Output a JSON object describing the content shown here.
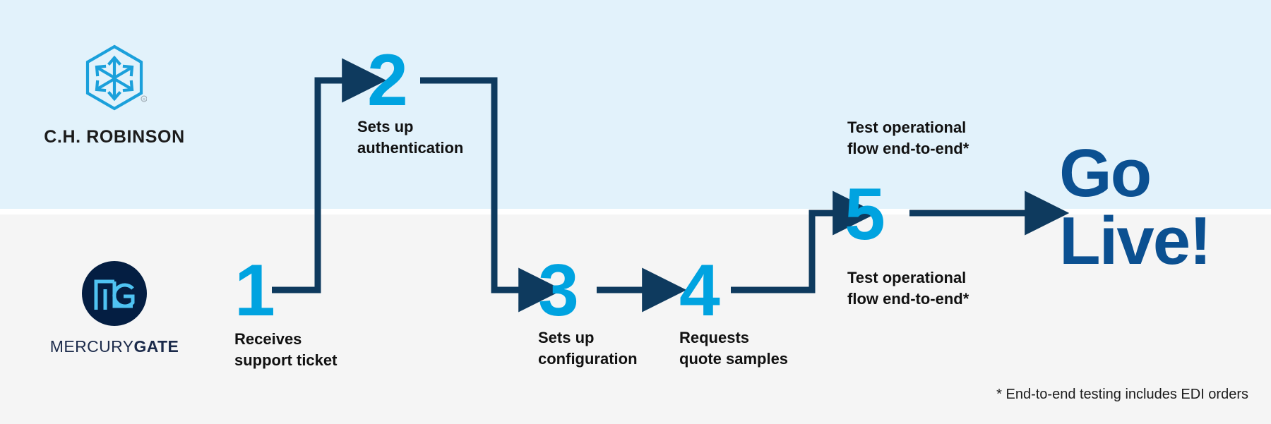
{
  "theme": {
    "band_top_color": "#e2f2fb",
    "band_bottom_color": "#f5f5f5",
    "accent_cyan": "#00A3E0",
    "navy": "#0E3A5E",
    "deep_navy": "#041E42",
    "go_live_blue": "#0B5091",
    "text_color": "#111111"
  },
  "partners": {
    "top": {
      "name": "C.H. ROBINSON",
      "logo_icon": "hexagon-arrows-icon"
    },
    "bottom": {
      "name_light": "MERCURY",
      "name_bold": "GATE",
      "monogram": "MG",
      "logo_icon": "mg-monogram-icon"
    }
  },
  "steps": [
    {
      "number": "1",
      "caption": "Receives\nsupport ticket",
      "lane": "bottom"
    },
    {
      "number": "2",
      "caption": "Sets up\nauthentication",
      "lane": "top"
    },
    {
      "number": "3",
      "caption": "Sets up\nconfiguration",
      "lane": "bottom"
    },
    {
      "number": "4",
      "caption": "Requests\nquote samples",
      "lane": "bottom"
    },
    {
      "number": "5",
      "caption_above": "Test operational\nflow end-to-end*",
      "caption_below": "Test operational\nflow end-to-end*",
      "lane": "both"
    }
  ],
  "outcome": {
    "label": "Go\nLive!"
  },
  "footnote": {
    "text": "* End-to-end testing includes EDI orders"
  }
}
